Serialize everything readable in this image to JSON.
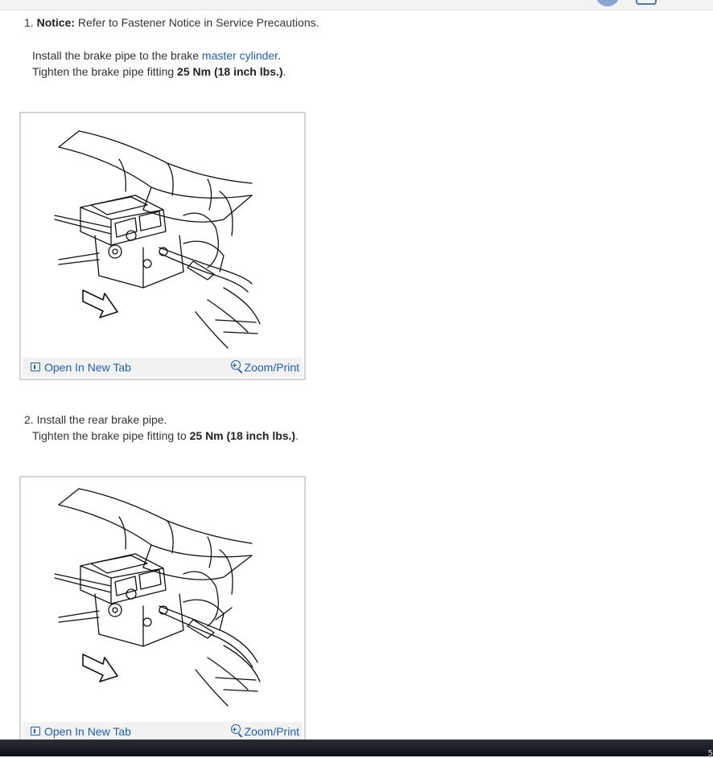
{
  "steps": [
    {
      "number": "1.",
      "notice_label": "Notice:",
      "notice_text": " Refer to Fastener Notice in Service Precautions.",
      "line2_prefix": "Install the brake pipe to the brake ",
      "line2_link": "master cylinder",
      "line2_suffix": ".",
      "line3_prefix": "Tighten the brake pipe fitting ",
      "line3_bold": "25 Nm (18 inch lbs.)",
      "line3_suffix": "."
    },
    {
      "number": "2.",
      "line1_text": " Install the rear brake pipe.",
      "line2_prefix": "Tighten the brake pipe fitting to ",
      "line2_bold": "25 Nm (18 inch lbs.)",
      "line2_suffix": "."
    }
  ],
  "figure_actions": {
    "open_label": "Open In New Tab",
    "zoom_label": "Zoom/Print"
  },
  "taskbar": {
    "edge_text": "5"
  }
}
